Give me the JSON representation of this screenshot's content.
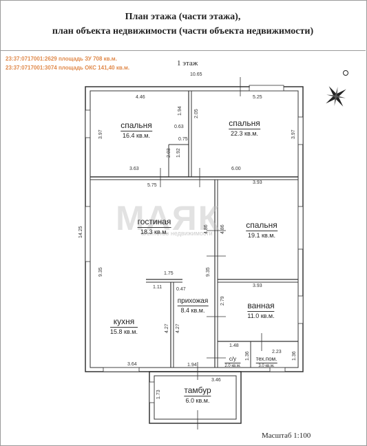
{
  "header": {
    "title_line1": "План этажа (части этажа),",
    "title_line2": "план объекта недвижимости (части объекта недвижимости)"
  },
  "cadastral": {
    "line1": "23:37:0717001:2629  площадь ЗУ 708 кв.м.",
    "line2": "23:37:0717001:3074  площадь ОКС 141,40 кв.м."
  },
  "floor_label": "1 этаж",
  "scale": "Масштаб 1:100",
  "watermark": {
    "brand": "МАЯК",
    "sub": "агентство недвижимости"
  },
  "rooms": [
    {
      "name": "спальня",
      "area": "16.4 кв.м."
    },
    {
      "name": "спальня",
      "area": "22.3 кв.м."
    },
    {
      "name": "гостиная",
      "area": "18.3 кв.м."
    },
    {
      "name": "спальня",
      "area": "19.1 кв.м."
    },
    {
      "name": "прихожая",
      "area": "8.4 кв.м."
    },
    {
      "name": "ванная",
      "area": "11.0 кв.м."
    },
    {
      "name": "кухня",
      "area": "15.8 кв.м."
    },
    {
      "name": "с/у",
      "area": "2.0 кв.м."
    },
    {
      "name": "тех.пом.",
      "area": "3.0 кв.м."
    },
    {
      "name": "тамбур",
      "area": "6.0 кв.м."
    }
  ],
  "dimensions": [
    "10.65",
    "4.46",
    "5.25",
    "3.97",
    "3.97",
    "1.94",
    "0.63",
    "0.75",
    "2.05",
    "2.03",
    "1.92",
    "3.63",
    "6.00",
    "5.75",
    "3.93",
    "14.25",
    "4.86",
    "4.86",
    "9.35",
    "9.35",
    "1.75",
    "1.11",
    "0.47",
    "3.93",
    "2.79",
    "4.27",
    "4.27",
    "1.48",
    "2.23",
    "1.36",
    "1.36",
    "3.64",
    "1.94",
    "3.46",
    "1.73"
  ]
}
